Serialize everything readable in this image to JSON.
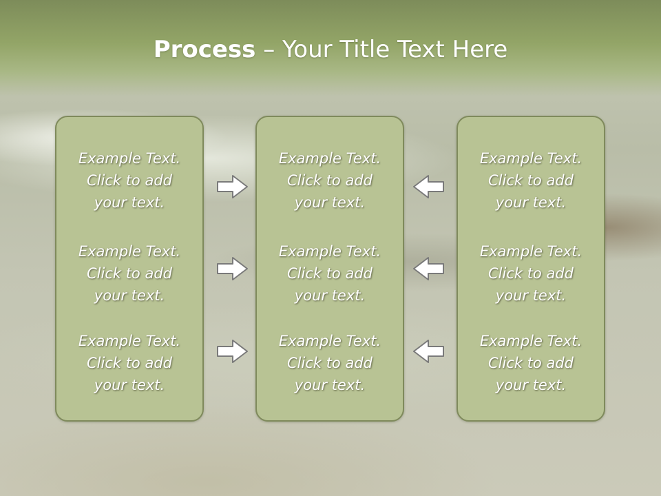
{
  "slide": {
    "title_bold": "Process",
    "title_rest": " – Your Title Text Here"
  },
  "columns": [
    {
      "items": [
        "Example Text.\nClick  to add\nyour text.",
        "Example Text.\nClick  to add\nyour text.",
        "Example Text.\nClick  to add\nyour text."
      ]
    },
    {
      "items": [
        "Example Text.\nClick  to add\nyour text.",
        "Example Text.\nClick  to add\nyour text.",
        "Example Text.\nClick  to add\nyour text."
      ]
    },
    {
      "items": [
        "Example Text.\nClick  to add\nyour text.",
        "Example Text.\nClick  to add\nyour text.",
        "Example Text.\nClick  to add\nyour text."
      ]
    }
  ],
  "arrows": {
    "left_group": "right-arrow-icon",
    "right_group": "left-arrow-icon"
  },
  "colors": {
    "header": "#93a567",
    "box_fill": "#b8c394",
    "box_border": "#7f8a5c",
    "text": "#ffffff"
  }
}
